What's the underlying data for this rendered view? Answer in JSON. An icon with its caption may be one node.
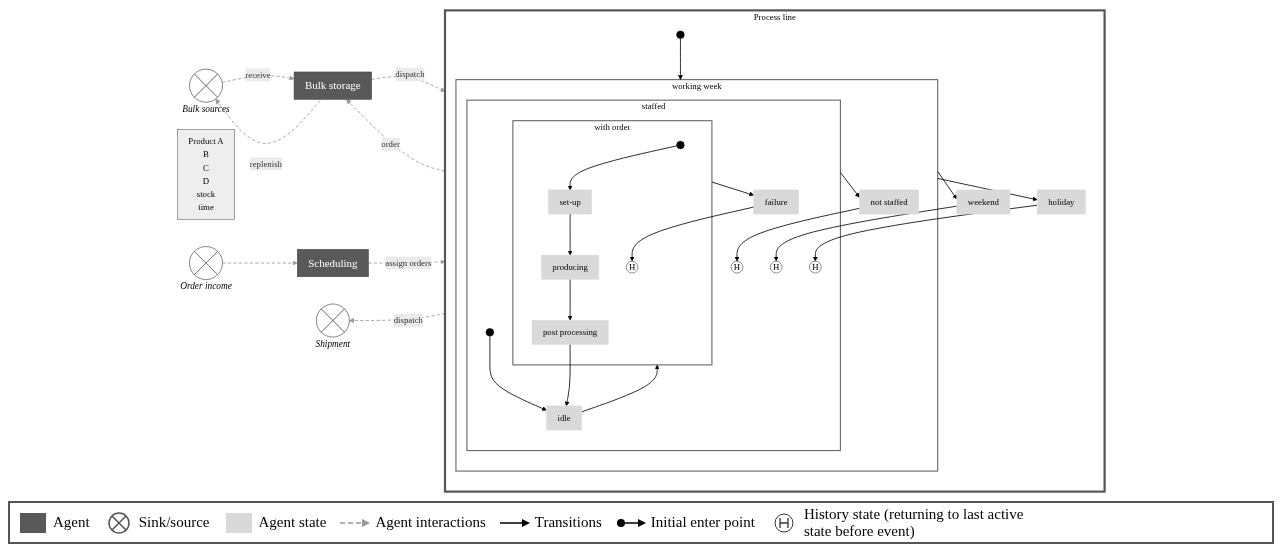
{
  "diagram": {
    "nodes": [
      {
        "text": [],
        "shape": "circle",
        "beside": [
          "Bulk sources"
        ]
      },
      {
        "text": [
          "Bulk storage"
        ]
      },
      {
        "text": [
          "Product A",
          "B",
          "C",
          "D",
          "stock",
          "time"
        ]
      },
      {
        "text": [],
        "shape": "circle",
        "beside": [
          "Order income"
        ]
      },
      {
        "text": [
          "Scheduling"
        ]
      },
      {
        "text": [],
        "shape": "circle",
        "beside": [
          "Shipment"
        ]
      },
      {
        "text": [
          "Process line"
        ]
      },
      {
        "text": [],
        "shape": "dot",
        "in": 6
      },
      {
        "text": [
          "working week"
        ],
        "in": 6
      },
      {
        "text": [
          "staffed"
        ],
        "in": 8
      },
      {
        "text": [],
        "shape": "dot",
        "in": 9
      },
      {
        "text": [
          "idle"
        ],
        "in": 9
      },
      {
        "text": [
          "H"
        ],
        "in": 9
      },
      {
        "text": [
          "not staffed"
        ],
        "in": 8
      },
      {
        "text": [
          "with order"
        ],
        "in": 9
      },
      {
        "text": [],
        "shape": "dot",
        "in": 14
      },
      {
        "text": [
          "set-up"
        ],
        "in": 14
      },
      {
        "text": [
          "producing"
        ],
        "in": 14
      },
      {
        "text": [
          "post processing"
        ],
        "in": 14
      },
      {
        "text": [
          "H"
        ],
        "in": 14
      },
      {
        "text": [
          "H"
        ],
        "in": 9
      },
      {
        "text": [
          "weekend"
        ],
        "in": 6
      },
      {
        "text": [
          "H"
        ],
        "in": 9
      },
      {
        "text": [
          "holiday"
        ],
        "in": 6
      },
      {
        "text": [
          "failure"
        ],
        "in": 9
      }
    ],
    "edges": [
      {
        "from": 0,
        "to": 1,
        "arrow": "to",
        "label": "receive",
        "style": "dashed",
        "color": "#999999"
      },
      {
        "from": 1,
        "to": 0,
        "arrow": "to",
        "label": "replenish",
        "style": "dashed",
        "color": "#999999"
      },
      {
        "from": 1,
        "to": 6,
        "arrow": "to",
        "label": "dispatch",
        "style": "dashed",
        "color": "#999999"
      },
      {
        "from": 6,
        "to": 1,
        "arrow": "to",
        "label": "order",
        "style": "dashed",
        "color": "#999999"
      },
      {
        "from": 3,
        "to": 4,
        "arrow": "to",
        "style": "dashed",
        "color": "#999999"
      },
      {
        "from": 4,
        "to": 6,
        "arrow": "to",
        "label": "assign orders",
        "style": "dashed",
        "color": "#999999"
      },
      {
        "from": 6,
        "to": 5,
        "arrow": "to",
        "label": "dispatch",
        "style": "dashed",
        "color": "#999999"
      },
      {
        "from": 7,
        "to": 8,
        "arrow": "to"
      },
      {
        "from": 10,
        "to": 11,
        "arrow": "to"
      },
      {
        "from": 11,
        "to": 14,
        "arrow": "to"
      },
      {
        "from": 15,
        "to": 16,
        "arrow": "to"
      },
      {
        "from": 16,
        "to": 17,
        "arrow": "to"
      },
      {
        "from": 17,
        "to": 18,
        "arrow": "to"
      },
      {
        "from": 18,
        "to": 11,
        "arrow": "to"
      },
      {
        "from": 14,
        "to": 24,
        "arrow": "to"
      },
      {
        "from": 24,
        "to": 19,
        "arrow": "to"
      },
      {
        "from": 9,
        "to": 13,
        "arrow": "to"
      },
      {
        "from": 13,
        "to": 12,
        "arrow": "to"
      },
      {
        "from": 8,
        "to": 21,
        "arrow": "to"
      },
      {
        "from": 21,
        "to": 20,
        "arrow": "to"
      },
      {
        "from": 8,
        "to": 23,
        "arrow": "to"
      },
      {
        "from": 23,
        "to": 22,
        "arrow": "to"
      }
    ],
    "legend": [
      {
        "text": "Agent",
        "color": "#595959"
      },
      {
        "text": "Sink/source"
      },
      {
        "text": "Agent state",
        "color": "#d9d9d9"
      },
      {
        "text": "Agent interactions"
      },
      {
        "text": "Transitions"
      },
      {
        "text": "Initial enter point"
      },
      {
        "text": "History state (returning to last active state before event)"
      }
    ]
  }
}
